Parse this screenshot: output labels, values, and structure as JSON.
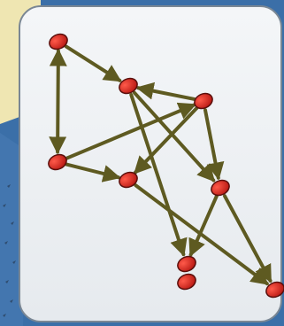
{
  "game": {
    "type": "graph-puzzle",
    "colors": {
      "sky": "#3b6fa8",
      "sand": "#efe6b2",
      "board": "#eef1f4",
      "board_border": "#7a8794",
      "node_fill": "#cc1f1a",
      "node_stroke": "#5a0f0c",
      "edge": "#5e5a21"
    },
    "nodes": [
      {
        "id": "a",
        "label": ""
      },
      {
        "id": "b",
        "label": ""
      },
      {
        "id": "c",
        "label": ""
      },
      {
        "id": "d",
        "label": ""
      },
      {
        "id": "e",
        "label": ""
      },
      {
        "id": "f",
        "label": ""
      },
      {
        "id": "g",
        "label": ""
      },
      {
        "id": "h",
        "label": ""
      },
      {
        "id": "i",
        "label": ""
      }
    ],
    "edges": [
      {
        "from": "a",
        "to": "b",
        "type": "directed"
      },
      {
        "from": "a",
        "to": "d",
        "type": "bidirectional"
      },
      {
        "from": "c",
        "to": "b",
        "type": "directed"
      },
      {
        "from": "b",
        "to": "f",
        "type": "directed"
      },
      {
        "from": "b",
        "to": "g",
        "type": "directed"
      },
      {
        "from": "c",
        "to": "f",
        "type": "directed"
      },
      {
        "from": "c",
        "to": "e",
        "type": "directed"
      },
      {
        "from": "d",
        "to": "c",
        "type": "directed"
      },
      {
        "from": "d",
        "to": "e",
        "type": "directed"
      },
      {
        "from": "e",
        "to": "h",
        "type": "directed"
      },
      {
        "from": "f",
        "to": "g",
        "type": "directed"
      },
      {
        "from": "f",
        "to": "h",
        "type": "directed"
      }
    ]
  }
}
